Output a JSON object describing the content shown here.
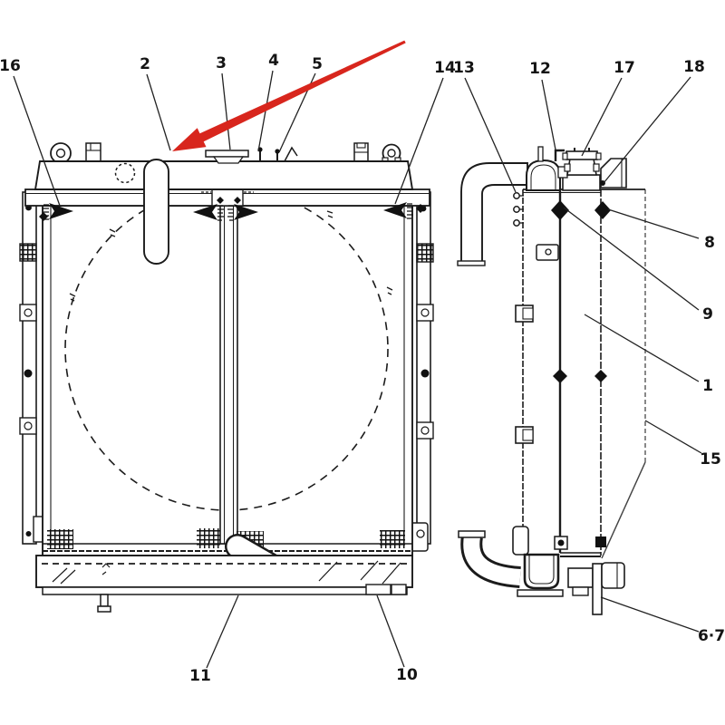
{
  "figure": {
    "kind": "radiator-assembly-parts-diagram",
    "background_color": "#ffffff",
    "line_color": "#1b1b1b",
    "panel_line_color": "#555555",
    "red_arrow_color": "#d8261d"
  },
  "callouts": {
    "c1": {
      "label": "1"
    },
    "c2": {
      "label": "2"
    },
    "c3": {
      "label": "3"
    },
    "c4": {
      "label": "4"
    },
    "c5": {
      "label": "5"
    },
    "c6_7": {
      "label": "6·7"
    },
    "c8": {
      "label": "8"
    },
    "c9": {
      "label": "9"
    },
    "c10": {
      "label": "10"
    },
    "c11": {
      "label": "11"
    },
    "c12": {
      "label": "12"
    },
    "c13": {
      "label": "13"
    },
    "c14": {
      "label": "14"
    },
    "c15": {
      "label": "15"
    },
    "c16": {
      "label": "16"
    },
    "c17": {
      "label": "17"
    },
    "c18": {
      "label": "18"
    }
  }
}
